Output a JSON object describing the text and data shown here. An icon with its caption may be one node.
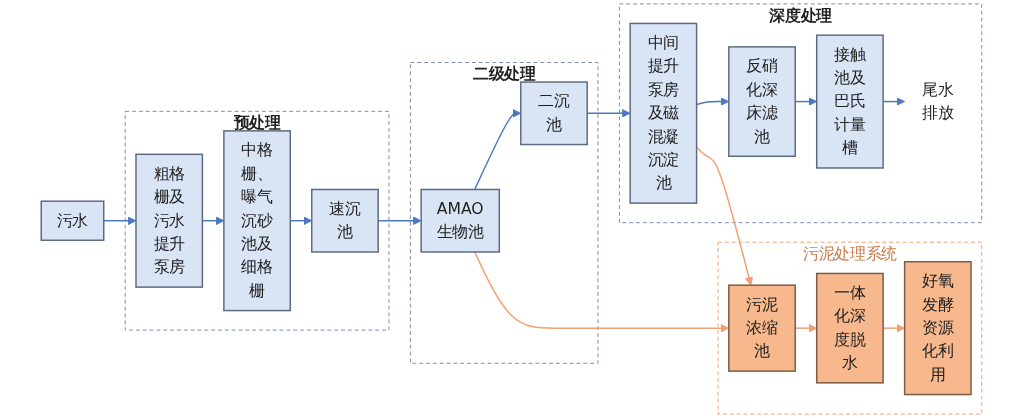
{
  "diagram": {
    "nodes": [
      {
        "text": [
          "污水"
        ]
      },
      {
        "text": [
          "预处理"
        ]
      },
      {
        "text": [
          "粗格栅及污水提升泵房"
        ],
        "in": 1
      },
      {
        "text": [
          "中格栅、曝气沉砂池及细格栅"
        ],
        "in": 1
      },
      {
        "text": [
          "速沉池"
        ],
        "in": 1
      },
      {
        "text": [
          "二级处理"
        ]
      },
      {
        "text": [
          "AMAO生物池"
        ],
        "in": 5
      },
      {
        "text": [
          "二沉池"
        ],
        "in": 5
      },
      {
        "text": [
          "深度处理"
        ]
      },
      {
        "text": [
          "中间提升泵房及磁混凝沉淀池"
        ],
        "in": 8
      },
      {
        "text": [
          "反硝化深床滤池"
        ],
        "in": 8
      },
      {
        "text": [
          "接触池及巴氏计量槽"
        ],
        "in": 8
      },
      {
        "text": [
          "尾水排放"
        ],
        "in": 8
      },
      {
        "text": [
          "污泥处理系统"
        ]
      },
      {
        "text": [
          "污泥浓缩池"
        ],
        "in": 13
      },
      {
        "text": [
          "一体化深度脱水"
        ],
        "in": 13
      },
      {
        "text": [
          "好氧发酵资源化利用"
        ],
        "in": 13
      }
    ],
    "edges": [
      {
        "from": 0,
        "to": 2,
        "arrow": "to"
      },
      {
        "from": 2,
        "to": 3,
        "arrow": "to"
      },
      {
        "from": 3,
        "to": 4,
        "arrow": "to"
      },
      {
        "from": 4,
        "to": 6,
        "arrow": "to"
      },
      {
        "from": 6,
        "to": 7,
        "arrow": "to"
      },
      {
        "from": 7,
        "to": 9,
        "arrow": "to"
      },
      {
        "from": 9,
        "to": 10,
        "arrow": "to"
      },
      {
        "from": 10,
        "to": 11,
        "arrow": "to"
      },
      {
        "from": 11,
        "to": 12,
        "arrow": "to"
      },
      {
        "from": 6,
        "to": 14,
        "arrow": "to",
        "color": "#f0a070"
      },
      {
        "from": 9,
        "to": 14,
        "arrow": "to",
        "color": "#f0a070"
      },
      {
        "from": 14,
        "to": 15,
        "arrow": "to",
        "color": "#f0a070"
      },
      {
        "from": 15,
        "to": 16,
        "arrow": "to",
        "color": "#f0a070"
      }
    ]
  }
}
